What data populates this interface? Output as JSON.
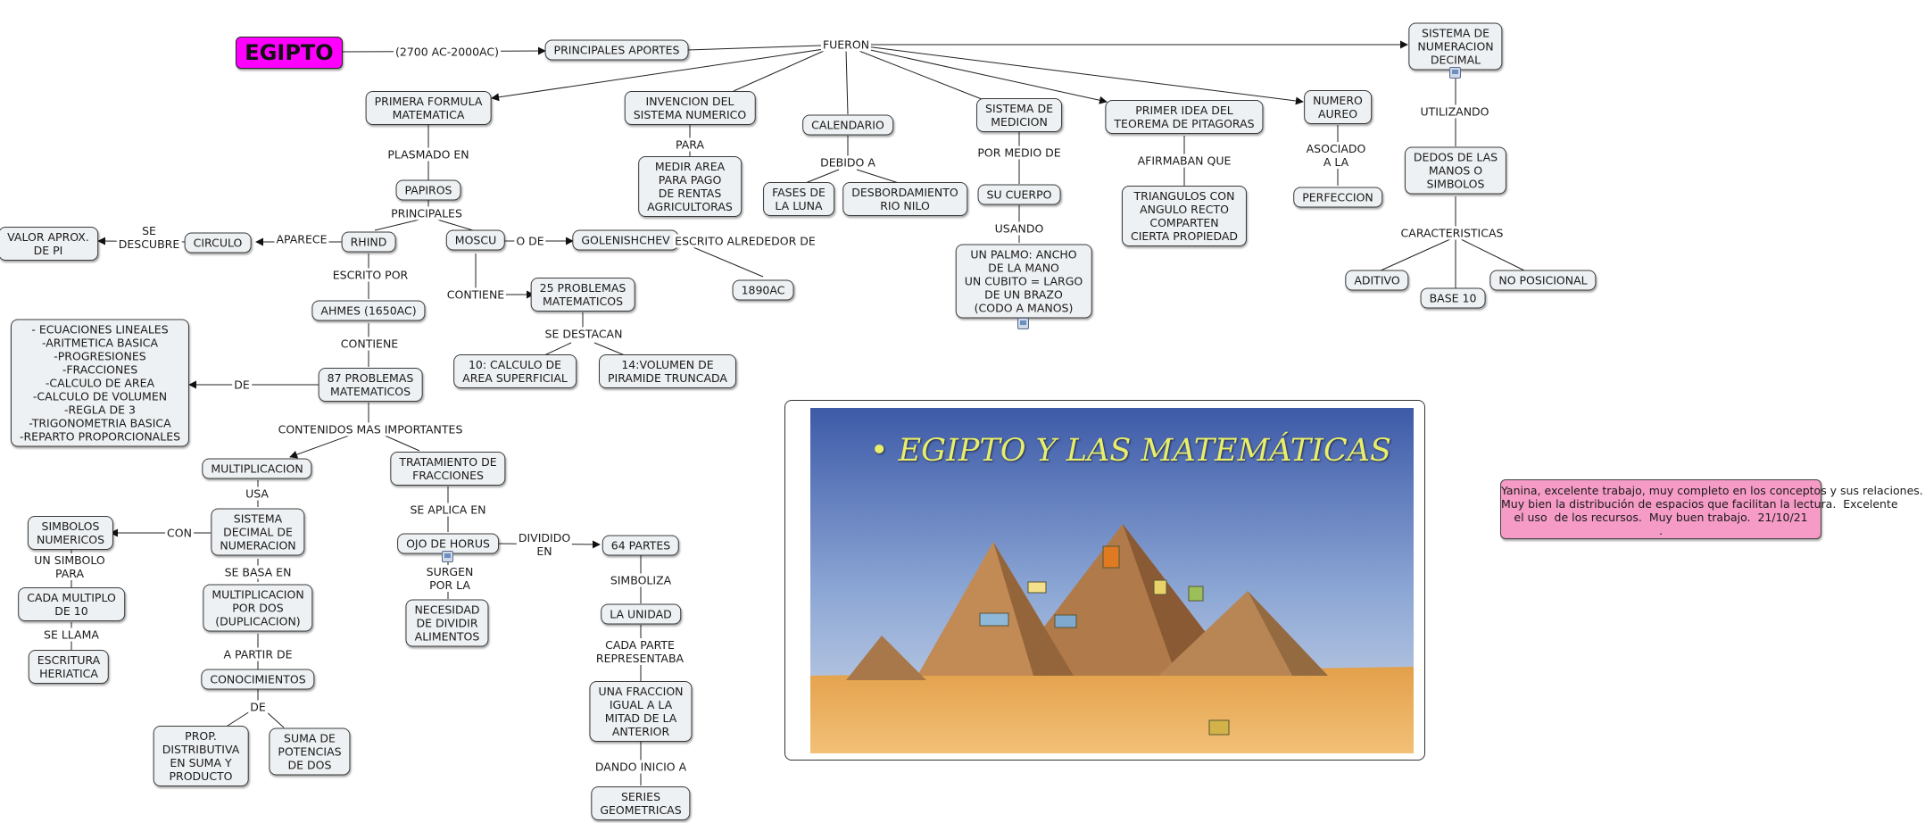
{
  "title": "EGIPTO",
  "nodes": {
    "principales_aportes": "PRINCIPALES APORTES",
    "primera_formula": "PRIMERA FORMULA\nMATEMATICA",
    "invencion": "INVENCION DEL\nSISTEMA NUMERICO",
    "calendario": "CALENDARIO",
    "sistema_medicion": "SISTEMA DE\nMEDICION",
    "pitagoras": "PRIMER IDEA DEL\nTEOREMA DE PITAGORAS",
    "numero_aureo": "NUMERO\nAUREO",
    "sistema_decimal": "SISTEMA DE\nNUMERACION\nDECIMAL",
    "medir_area": "MEDIR AREA\nPARA PAGO\nDE RENTAS\nAGRICULTORAS",
    "fases_luna": "FASES DE\nLA LUNA",
    "desbordamiento": "DESBORDAMIENTO\nRIO NILO",
    "su_cuerpo": "SU CUERPO",
    "palmo": "UN PALMO: ANCHO\nDE LA MANO\nUN CUBITO = LARGO\nDE UN BRAZO\n(CODO A MANOS)",
    "triangulos": "TRIANGULOS CON\nANGULO RECTO\nCOMPARTEN\nCIERTA PROPIEDAD",
    "perfeccion": "PERFECCION",
    "dedos": "DEDOS DE LAS\nMANOS O\nSIMBOLOS",
    "aditivo": "ADITIVO",
    "base10": "BASE 10",
    "no_posicional": "NO POSICIONAL",
    "papiros": "PAPIROS",
    "rhind": "RHIND",
    "moscu": "MOSCU",
    "golenishchev": "GOLENISHCHEV",
    "y1890": "1890AC",
    "circulo": "CIRCULO",
    "valor_pi": "VALOR APROX.\nDE PI",
    "ahmes": "AHMES (1650AC)",
    "p25": "25 PROBLEMAS\nMATEMATICOS",
    "calculo_area": "10: CALCULO DE\nAREA SUPERFICIAL",
    "volumen": "14:VOLUMEN DE\nPIRAMIDE TRUNCADA",
    "p87": "87 PROBLEMAS\nMATEMATICOS",
    "ecuaciones": "- ECUACIONES LINEALES\n-ARITMETICA BASICA\n-PROGRESIONES\n-FRACCIONES\n-CALCULO DE AREA\n-CALCULO DE VOLUMEN\n-REGLA DE 3\n-TRIGONOMETRIA BASICA\n-REPARTO PROPORCIONALES",
    "multiplicacion": "MULTIPLICACION",
    "fracciones": "TRATAMIENTO DE\nFRACCIONES",
    "sistema_dec_num": "SISTEMA\nDECIMAL DE\nNUMERACION",
    "simbolos_num": "SIMBOLOS\nNUMERICOS",
    "cada_multiplo": "CADA MULTIPLO\nDE 10",
    "escritura": "ESCRITURA\nHERIATICA",
    "duplicacion": "MULTIPLICACION\nPOR DOS\n(DUPLICACION)",
    "conocimientos": "CONOCIMIENTOS",
    "prop_distrib": "PROP.\nDISTRIBUTIVA\nEN SUMA Y\nPRODUCTO",
    "suma_potencias": "SUMA DE\nPOTENCIAS\nDE DOS",
    "ojo_horus": "OJO DE HORUS",
    "necesidad": "NECESIDAD\nDE DIVIDIR\nALIMENTOS",
    "p64": "64 PARTES",
    "la_unidad": "LA UNIDAD",
    "una_fraccion": "UNA FRACCION\nIGUAL A LA\nMITAD DE LA\nANTERIOR",
    "series": "SERIES\nGEOMETRICAS"
  },
  "labels": {
    "periodo": "(2700 AC-2000AC)",
    "fueron": "FUERON",
    "para": "PARA",
    "debido_a": "DEBIDO A",
    "por_medio_de": "POR MEDIO DE",
    "usando": "USANDO",
    "afirmaban_que": "AFIRMABAN QUE",
    "asociado": "ASOCIADO\nA LA",
    "utilizando": "UTILIZANDO",
    "caracteristicas": "CARACTERISTICAS",
    "plasmado_en": "PLASMADO EN",
    "principales": "PRINCIPALES",
    "aparece": "APARECE",
    "se_describe": "SE\nDESCUBRE",
    "o_de": "O DE",
    "escrito_alrededor": "ESCRITO ALREDEDOR DE",
    "escrito_por": "ESCRITO POR",
    "contiene_1": "CONTIENE",
    "contiene_2": "CONTIENE",
    "se_destacan": "SE DESTACAN",
    "de_1": "DE",
    "contenidos": "CONTENIDOS MAS IMPORTANTES",
    "usa": "USA",
    "con": "CON",
    "un_simbolo": "UN SIMBOLO\nPARA",
    "se_llama": "SE LLAMA",
    "se_basa_en": "SE BASA EN",
    "a_partir_de": "A PARTIR DE",
    "de_2": "DE",
    "se_aplica_en": "SE APLICA EN",
    "dividido_en": "DIVIDIDO\nEN",
    "surgen": "SURGEN\nPOR LA",
    "simboliza": "SIMBOLIZA",
    "cada_parte": "CADA PARTE\nREPRESENTABA",
    "dando_inicio": "DANDO INICIO A"
  },
  "image_title": "EGIPTO Y LAS MATEMÁTICAS",
  "comment": "Yanina, excelente trabajo, muy completo en los conceptos y sus relaciones.\nMuy bien la distribución de espacios que facilitan la lectura.  Excelente\nel uso  de los recursos.  Muy buen trabajo.  21/10/21\n."
}
